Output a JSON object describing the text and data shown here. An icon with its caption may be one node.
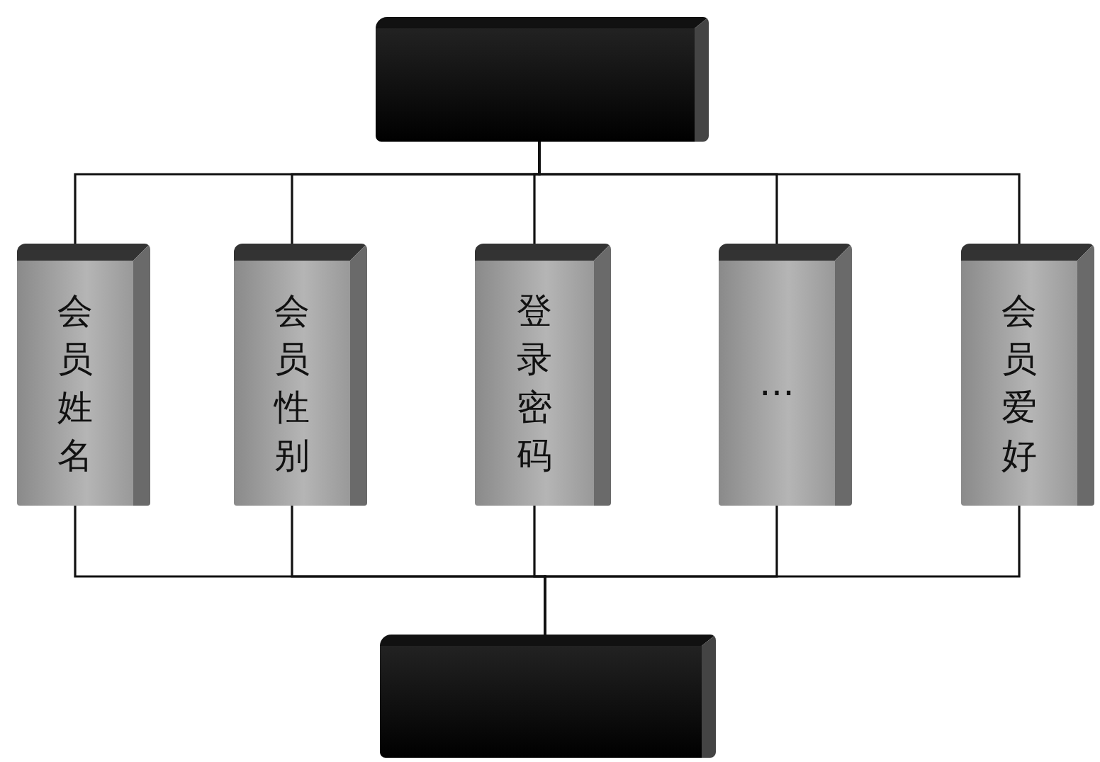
{
  "diagram": {
    "nodes": [
      {
        "text": [],
        "shape": "box"
      },
      {
        "text": [
          "会员姓名"
        ]
      },
      {
        "text": [
          "会员性别"
        ]
      },
      {
        "text": [
          "登录密码"
        ]
      },
      {
        "text": [
          "…"
        ]
      },
      {
        "text": [
          "会员爱好"
        ]
      },
      {
        "text": [],
        "shape": "box"
      }
    ],
    "edges": [
      {
        "from": 0,
        "to": 1,
        "arrow": "none"
      },
      {
        "from": 0,
        "to": 2,
        "arrow": "none"
      },
      {
        "from": 0,
        "to": 3,
        "arrow": "none"
      },
      {
        "from": 0,
        "to": 4,
        "arrow": "none"
      },
      {
        "from": 0,
        "to": 5,
        "arrow": "none"
      },
      {
        "from": 1,
        "to": 6,
        "arrow": "none"
      },
      {
        "from": 2,
        "to": 6,
        "arrow": "none"
      },
      {
        "from": 3,
        "to": 6,
        "arrow": "none"
      },
      {
        "from": 4,
        "to": 6,
        "arrow": "none"
      },
      {
        "from": 5,
        "to": 6,
        "arrow": "none"
      }
    ]
  }
}
